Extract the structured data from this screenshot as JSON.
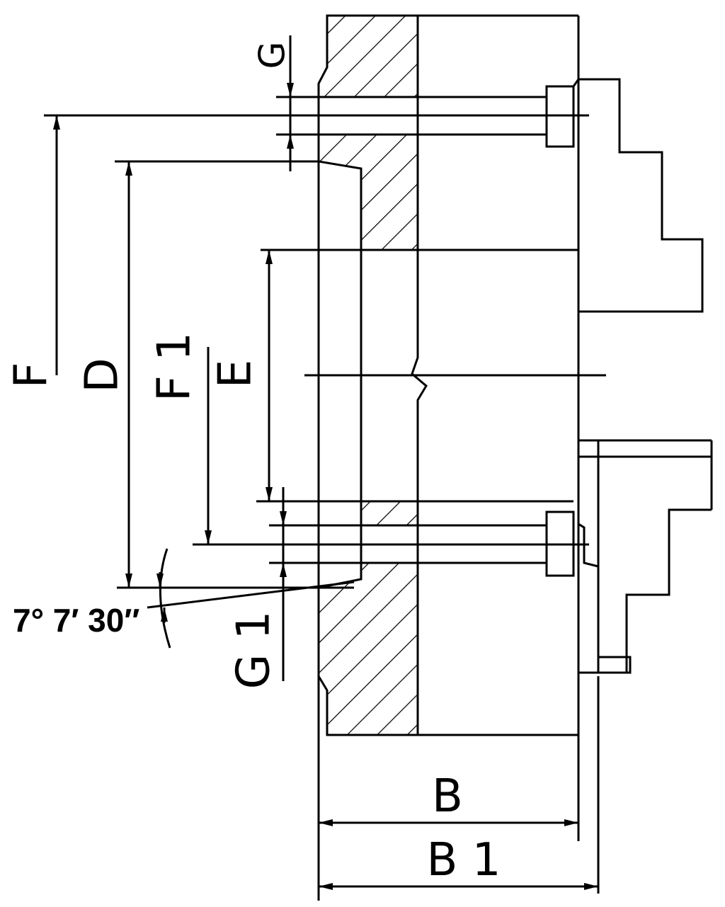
{
  "labels": {
    "G": "G",
    "F": "F",
    "D": "D",
    "F1": "F 1",
    "E": "E",
    "angle": "7° 7′ 30″",
    "G1": "G 1",
    "B": "B",
    "B1": "B 1"
  },
  "colors": {
    "line": "#000000",
    "background": "#ffffff"
  }
}
